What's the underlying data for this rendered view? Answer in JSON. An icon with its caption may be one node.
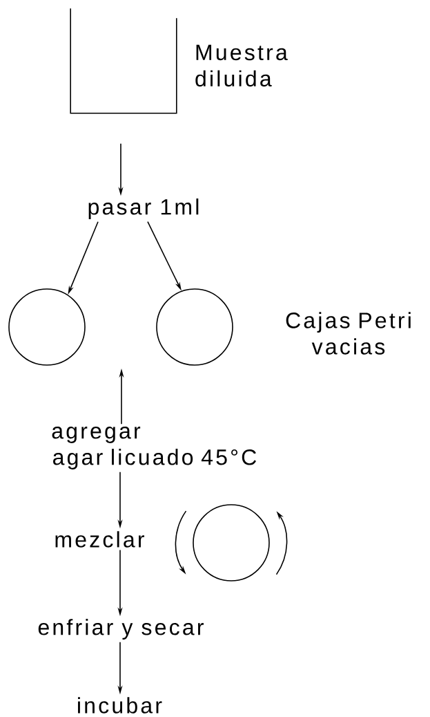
{
  "diagram": {
    "nodes": [
      {
        "text": [],
        "shape": "picture",
        "beside": [
          "Muestra diluida"
        ]
      },
      {
        "text": [
          "pasar 1ml"
        ]
      },
      {
        "text": [],
        "shape": "circle"
      },
      {
        "text": [],
        "shape": "circle"
      },
      {
        "text": [
          "agregar agar licuado 45°C"
        ]
      },
      {
        "text": [
          "mezclar"
        ]
      },
      {
        "text": [],
        "shape": "circle"
      },
      {
        "text": [
          "enfriar y secar"
        ]
      },
      {
        "text": [
          "incubar"
        ]
      }
    ],
    "edges": [
      {
        "from": 0,
        "to": 1,
        "arrow": "to"
      },
      {
        "from": 1,
        "to": 2,
        "arrow": "to"
      },
      {
        "from": 1,
        "to": 3,
        "arrow": "to"
      },
      {
        "from": 4,
        "to": null,
        "arrow": "to"
      },
      {
        "from": 4,
        "to": 5,
        "arrow": "to"
      },
      {
        "from": 5,
        "to": 7,
        "arrow": "to"
      },
      {
        "from": 7,
        "to": 8,
        "arrow": "to"
      }
    ],
    "labels": [
      "Cajas Petri vacias"
    ]
  }
}
